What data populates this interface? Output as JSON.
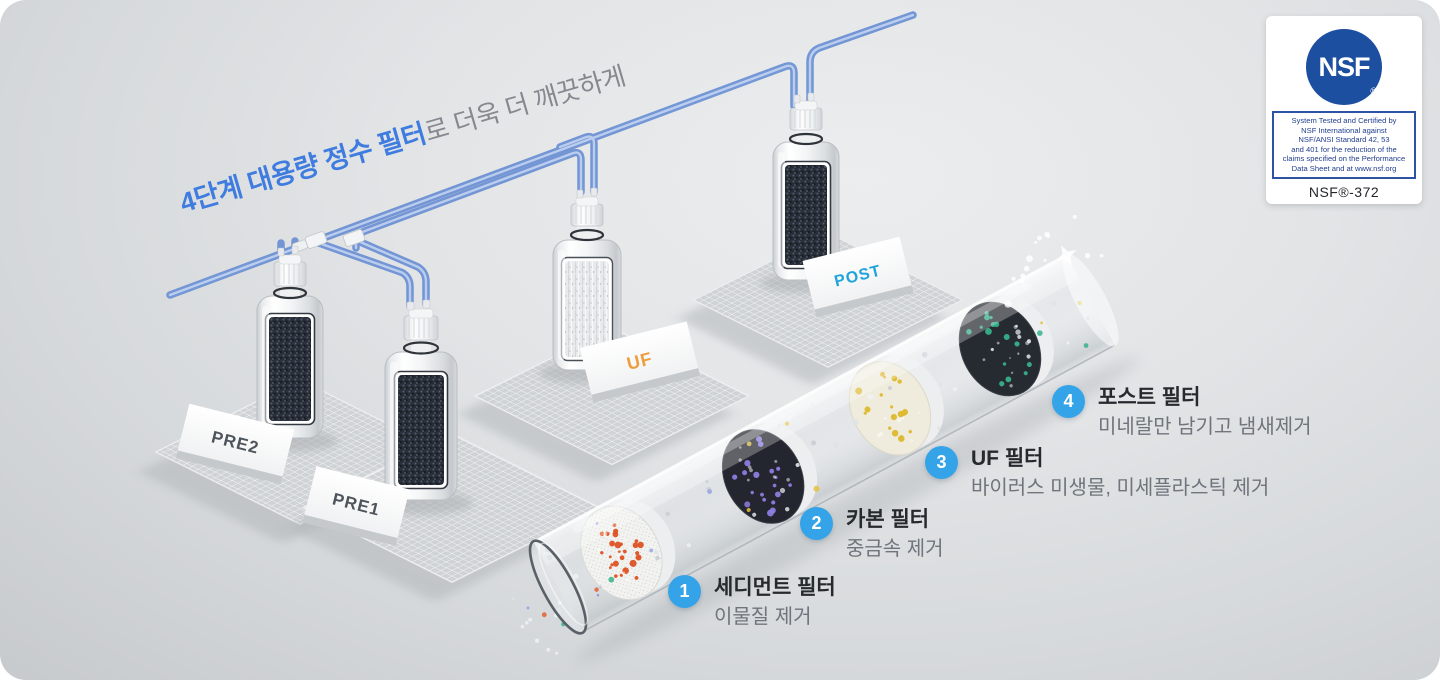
{
  "title": {
    "highlight": "4단계 대용량 정수 필터",
    "rest": "로 더욱 더 깨끗하게"
  },
  "bottles": [
    {
      "label": "PRE2"
    },
    {
      "label": "PRE1"
    },
    {
      "label": "UF"
    },
    {
      "label": "POST"
    }
  ],
  "steps": [
    {
      "num": "1",
      "name": "세디먼트 필터",
      "desc": "이물질 제거"
    },
    {
      "num": "2",
      "name": "카본 필터",
      "desc": "중금속 제거"
    },
    {
      "num": "3",
      "name": "UF 필터",
      "desc": "바이러스 미생물, 미세플라스틱 제거"
    },
    {
      "num": "4",
      "name": "포스트 필터",
      "desc": "미네랄만 남기고 냄새제거"
    }
  ],
  "nsf": {
    "logo": "NSF",
    "reg": "®",
    "cert_lines": [
      "System Tested and Certified by",
      "NSF International against",
      "NSF/ANSI Standard 42, 53",
      "and 401 for the reduction of the",
      "claims specified on the Performance",
      "Data Sheet and at www.nsf.org"
    ],
    "standard": "NSF®-372"
  },
  "colors": {
    "accent_blue": "#3f7ce0",
    "pipe_blue": "#6a8fd3",
    "step_circle": "#35a3e8",
    "uf_label": "#ef9d3c",
    "post_label": "#1ea4dc",
    "pre_label": "#4e545b"
  }
}
